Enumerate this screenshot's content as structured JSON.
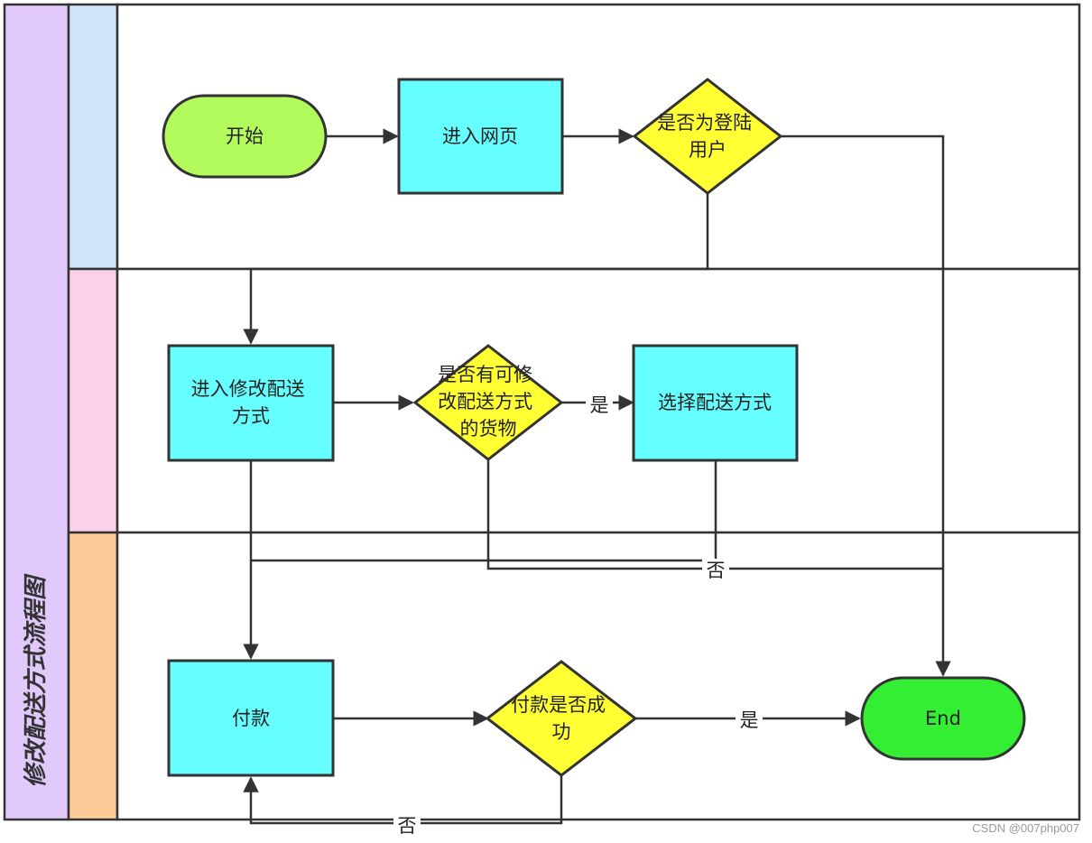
{
  "diagram": {
    "title": "修改配送方式流程图",
    "nodes": {
      "start": "开始",
      "enter_web": "进入网页",
      "is_logged_in": [
        "是否为登陆",
        "用户"
      ],
      "enter_modify": [
        "进入修改配送",
        "方式"
      ],
      "has_goods": [
        "是否有可修",
        "改配送方式",
        "的货物"
      ],
      "choose_method": "选择配送方式",
      "pay": "付款",
      "pay_success": [
        "付款是否成",
        "功"
      ],
      "end": "End"
    },
    "edge_labels": {
      "has_goods_yes": "是",
      "has_goods_no": "否",
      "pay_yes": "是",
      "pay_no": "否"
    },
    "colors": {
      "title_band": "#e1c9fb",
      "lane1_header": "#cfe5fb",
      "lane2_header": "#fad1e8",
      "lane3_header": "#fdcb97",
      "start_fill": "#b3fb5d",
      "process_fill": "#66ffff",
      "decision_fill": "#ffff33",
      "end_fill": "#33ee33",
      "line": "#333333"
    }
  },
  "watermark": "CSDN @007php007"
}
